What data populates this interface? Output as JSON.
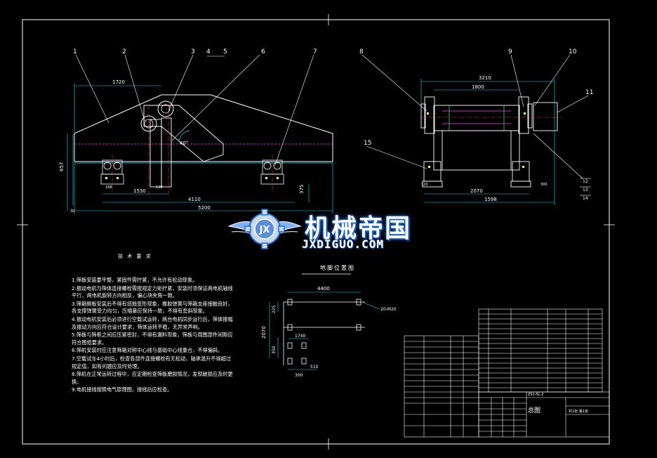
{
  "watermark": {
    "title": "机械帝国",
    "subtitle": "JXDIGUO.COM",
    "logo_text": "JX"
  },
  "views": {
    "front_callouts": [
      "1",
      "2",
      "3",
      "4",
      "5",
      "6",
      "7"
    ],
    "side_callouts": [
      "8",
      "9",
      "10",
      "11",
      "12",
      "13",
      "14",
      "15"
    ],
    "front_dims": {
      "top_span": "1720",
      "height": "657",
      "angle": "40°",
      "base_a": "1530",
      "base_b": "4110",
      "overall": "5200",
      "foot_h": "375",
      "foot_w": "30",
      "small_a": "188",
      "small_b": "138"
    },
    "side_dims": {
      "overall_w": "3210",
      "inner_w": "1800",
      "base_w": "2070",
      "foot_span": "1598",
      "left_foot": "120",
      "right_foot": "300"
    }
  },
  "anchor_plan": {
    "title": "地脚位置图",
    "dim_top": "4400",
    "dim_side": "2070",
    "dim_a": "1740",
    "dim_b": "510",
    "dim_c": "300",
    "dim_d": "225",
    "dim_e": "350",
    "bolt_note": "20-M20"
  },
  "notes": {
    "title": "技 术 要 求",
    "items": [
      "1.筛板安装要平整，紧固件需拧紧，不允许有松动现象。",
      "2.振动电机与筛体连接螺栓需按规定力矩拧紧，安装时须保证两电机轴线平行，两电机旋转方向相反，偏心块夹角一致。",
      "3.筛箱侧板安装后不得有扭曲变形现象，橡胶弹簧与筛箱支座接触良好，各支撑弹簧受力均匀，压缩量应保持一致，不得有歪斜现象。",
      "4.振动电机安装后必须进行空载试运转，两台电机同步运行后，筛体振幅及振动方向应符合设计要求，筛体运转平稳，无异常声响。",
      "5.筛板与筛框之间应压紧密封，不得有漏料现象，筛板与周围部件间隙应符合图纸要求。",
      "6.筛机安装时应注意筛箱对称中心线与基础中心线重合，不得偏斜。",
      "7.空载试车4小时后，检查各部件连接螺栓有无松动，轴承温升不得超过规定值，如有问题应及时处理。",
      "8.筛机在正常运转过程中，应定期检查筛板磨损情况，发现破损应及时更换。",
      "9.电机接线按照电气原理图，接线后应检查。"
    ]
  },
  "title_block": {
    "drawing_name": "总图",
    "product_code": "ZS1-5L-2",
    "sheet": "共1张 第1张"
  },
  "colors": {
    "background": "#000000",
    "line_white": "#ffffff",
    "line_cyan": "#00e5ff",
    "line_magenta": "#ff3cff",
    "line_yellow": "#ffff33",
    "line_red": "#ff3030",
    "line_green": "#33ff66",
    "line_orange": "#ff9933"
  }
}
